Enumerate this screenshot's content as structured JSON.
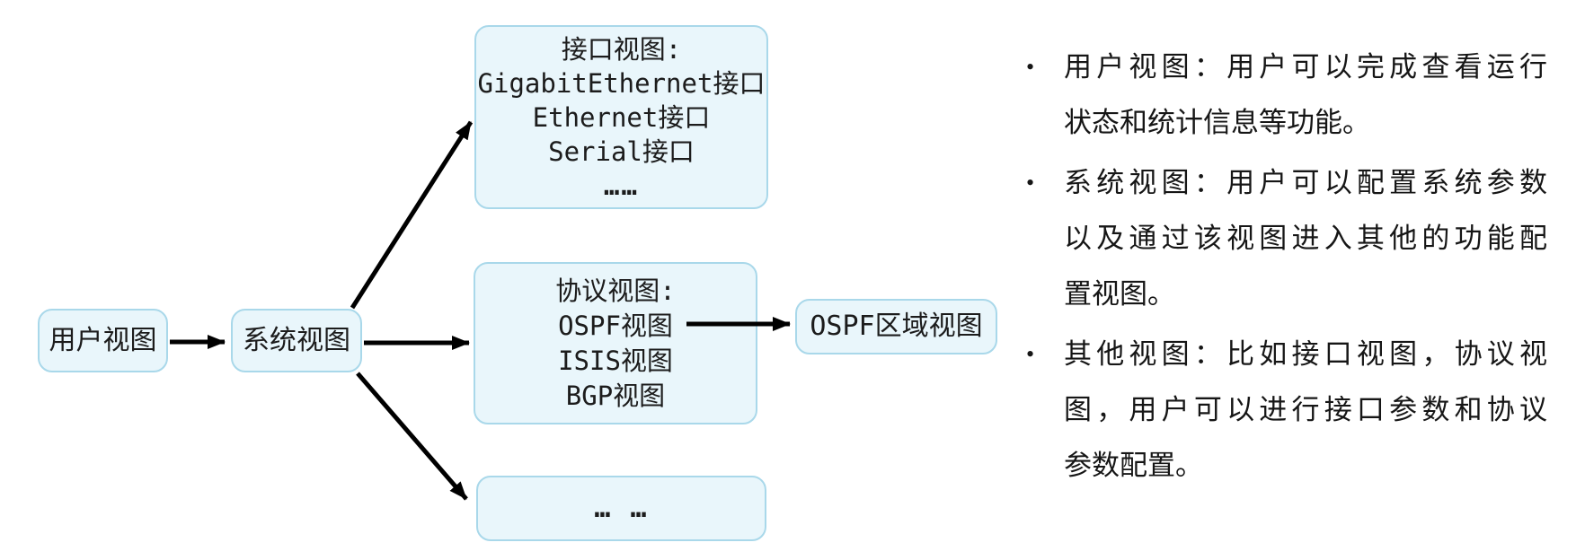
{
  "colors": {
    "box_fill": "#e9f6fb",
    "box_border": "#a9d8ea",
    "arrow": "#000000",
    "text": "#1c1c1c"
  },
  "diagram": {
    "user_view_box": {
      "label": "用户视图"
    },
    "system_view_box": {
      "label": "系统视图"
    },
    "interface_view_box": {
      "lines": [
        "接口视图:",
        "GigabitEthernet接口",
        "Ethernet接口",
        "Serial接口",
        "……"
      ]
    },
    "protocol_view_box": {
      "lines": [
        "协议视图:",
        "OSPF视图",
        "ISIS视图",
        "BGP视图"
      ]
    },
    "ospf_area_box": {
      "label": "OSPF区域视图"
    },
    "other_view_box": {
      "label": "… …"
    }
  },
  "notes": {
    "bullet_glyph": "•",
    "bullets": [
      {
        "lines": [
          "用户视图：用户可以完成查看运行",
          "状态和统计信息等功能。"
        ]
      },
      {
        "lines": [
          "系统视图：用户可以配置系统参数",
          "以及通过该视图进入其他的功能配",
          "置视图。"
        ]
      },
      {
        "lines": [
          "其他视图：比如接口视图，协议视",
          "图，用户可以进行接口参数和协议",
          "参数配置。"
        ]
      }
    ]
  }
}
